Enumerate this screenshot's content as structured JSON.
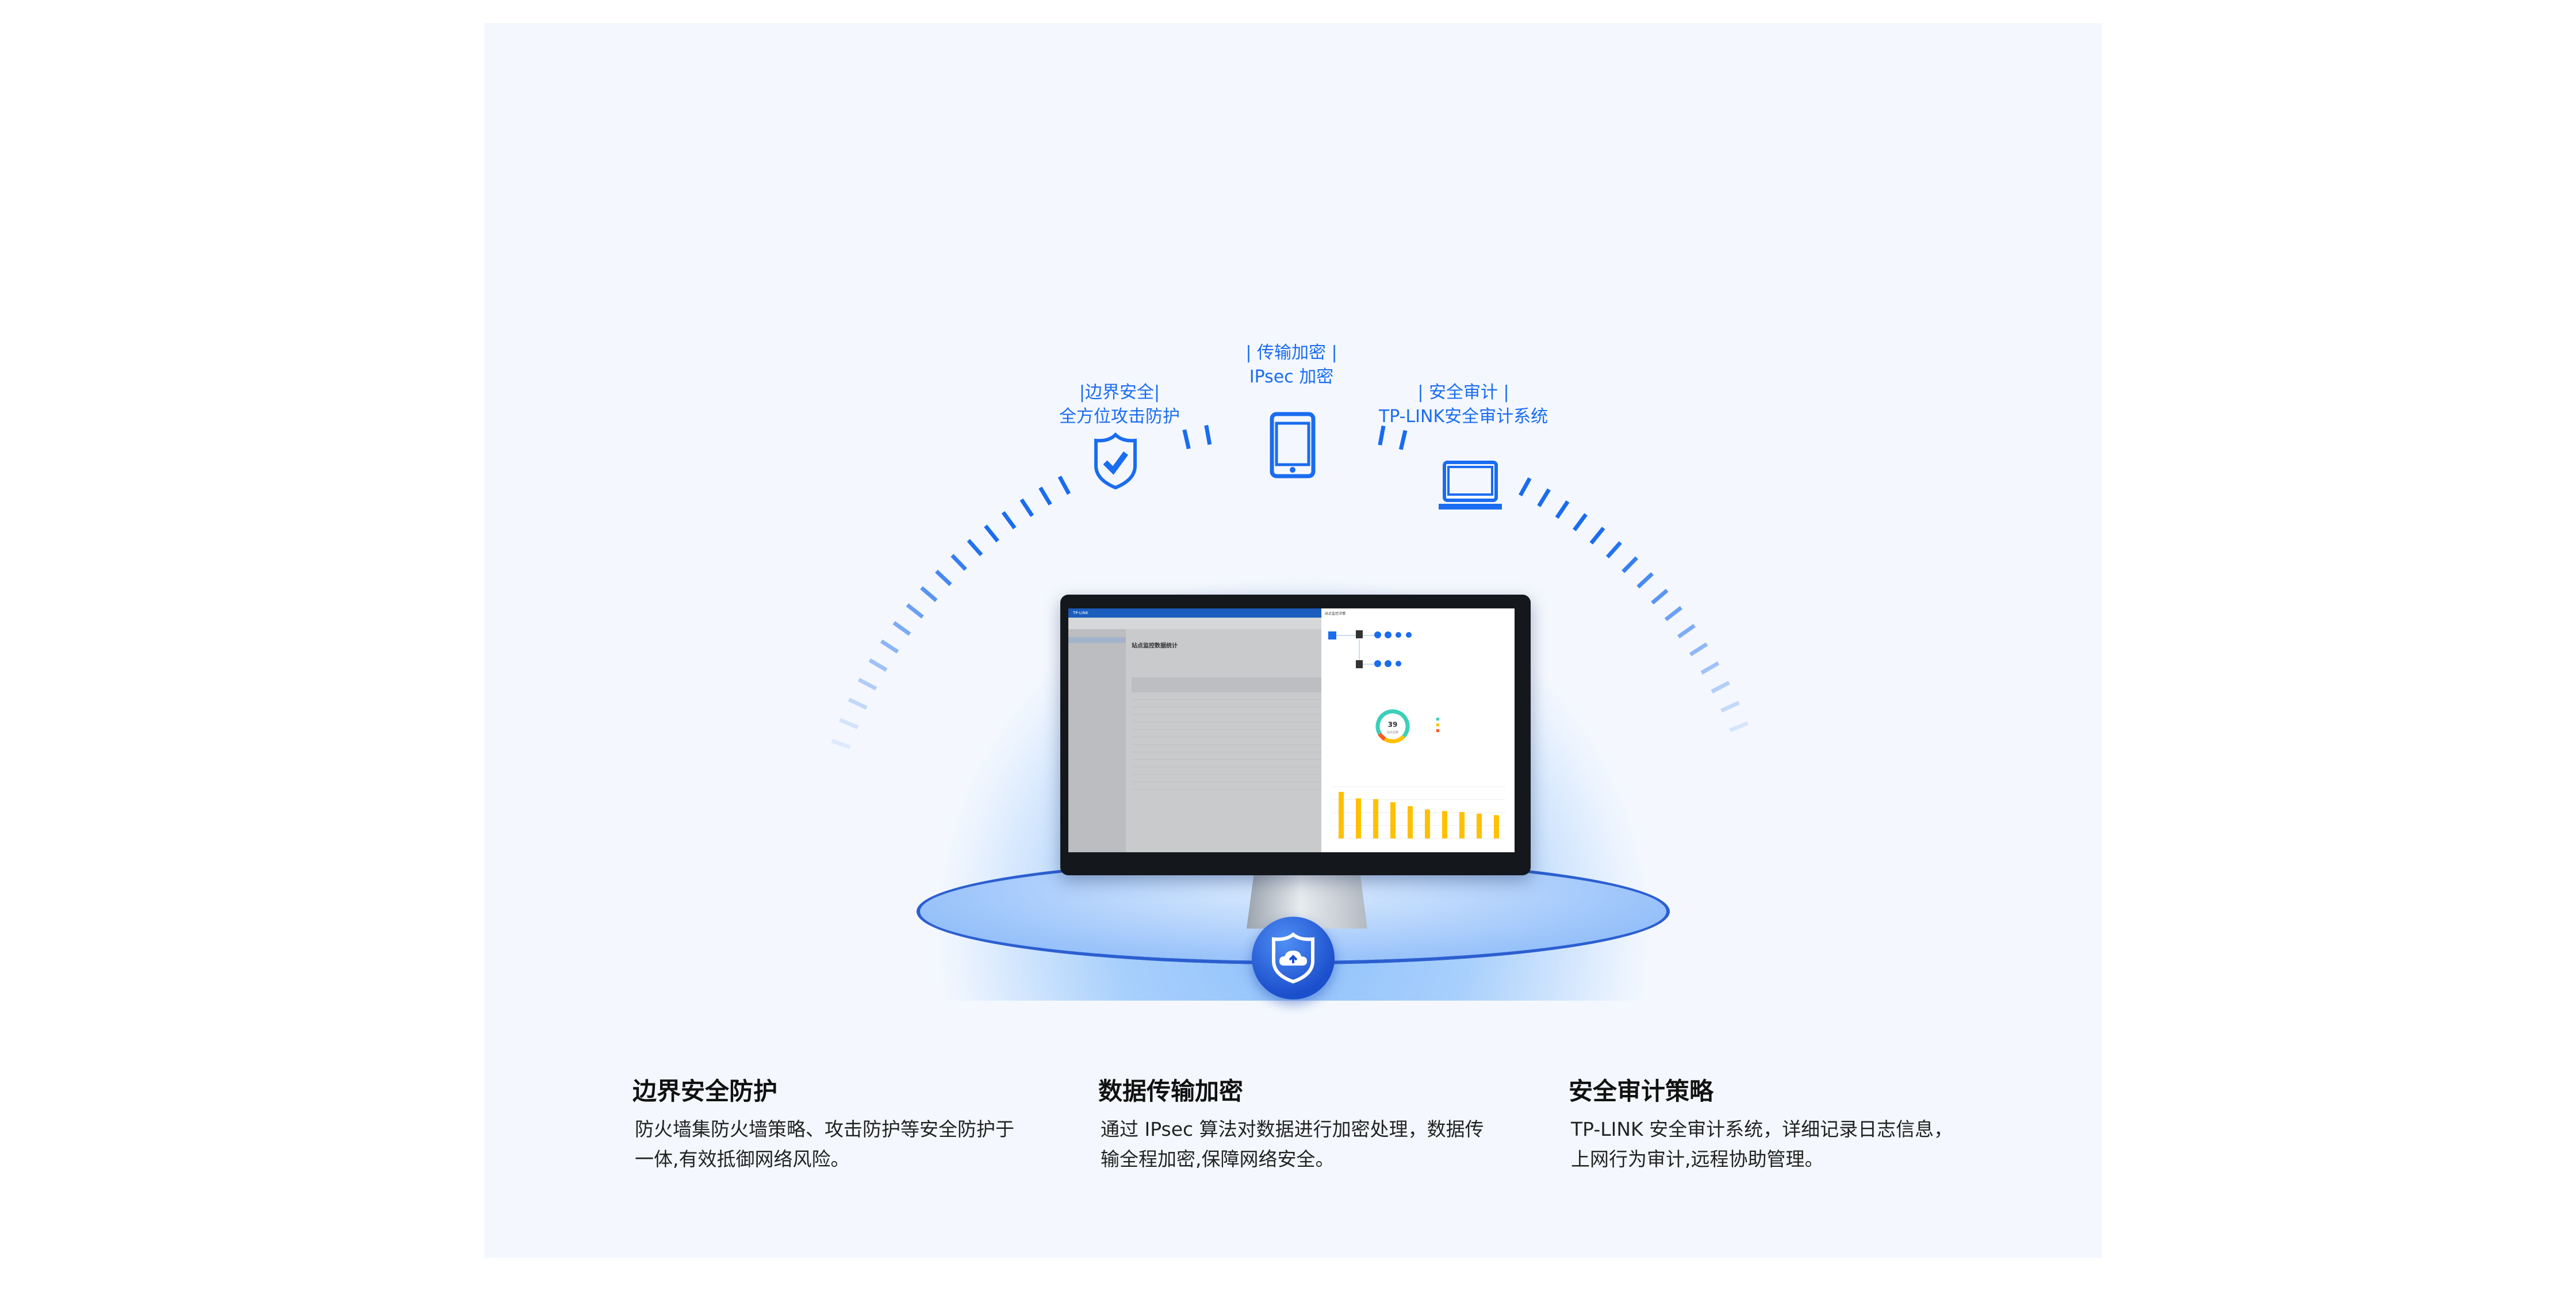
{
  "features_top": [
    {
      "title": "|边界安全|",
      "subtitle": "全方位攻击防护",
      "icon": "shield-check-icon"
    },
    {
      "title": "| 传输加密 |",
      "subtitle": "IPsec 加密",
      "icon": "tablet-icon"
    },
    {
      "title": "| 安全审计 |",
      "subtitle": "TP-LINK安全审计系统",
      "icon": "laptop-icon"
    }
  ],
  "screen": {
    "brand": "TP-LINK",
    "page_title": "站点监控数据统计",
    "panel_title": "站点监控详情",
    "donut_value": "39",
    "donut_label": "站点总数",
    "bar_values": [
      18,
      15.5,
      15.2,
      14,
      12.5,
      11.2,
      10.6,
      10.2,
      9.6,
      9
    ],
    "bar_color": "#ffc000",
    "donut_colors": [
      "#3ccfb8",
      "#ffc000",
      "#ff5a1f"
    ]
  },
  "features_bottom": [
    {
      "title": "边界安全防护",
      "lines": [
        "防火墙集防火墙策略、攻击防护等安全防护于",
        "一体,有效抵御网络风险。"
      ]
    },
    {
      "title": "数据传输加密",
      "lines": [
        "通过 IPsec 算法对数据进行加密处理，数据传",
        "输全程加密,保障网络安全。"
      ]
    },
    {
      "title": "安全审计策略",
      "lines": [
        "TP-LINK 安全审计系统，详细记录日志信息，",
        "上网行为审计,远程协助管理。"
      ]
    }
  ],
  "accent": "#1a6cf0"
}
